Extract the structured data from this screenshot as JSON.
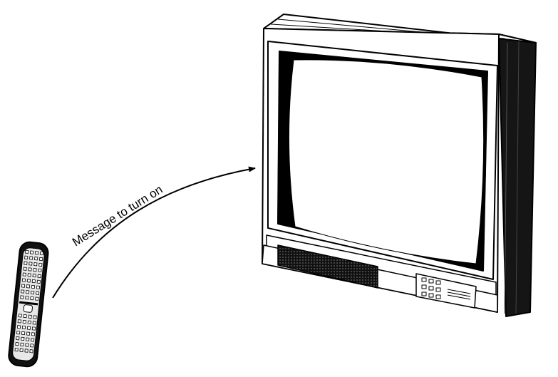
{
  "diagram": {
    "message_label": "Message to turn on",
    "nodes": [
      {
        "id": "remote",
        "icon": "remote-control-icon"
      },
      {
        "id": "tv",
        "icon": "television-icon"
      }
    ],
    "edge": {
      "from": "remote",
      "to": "tv",
      "label_ref": "message_label"
    }
  },
  "colors": {
    "ink": "#000000",
    "paper": "#ffffff",
    "shade": "#1a1a1a"
  }
}
